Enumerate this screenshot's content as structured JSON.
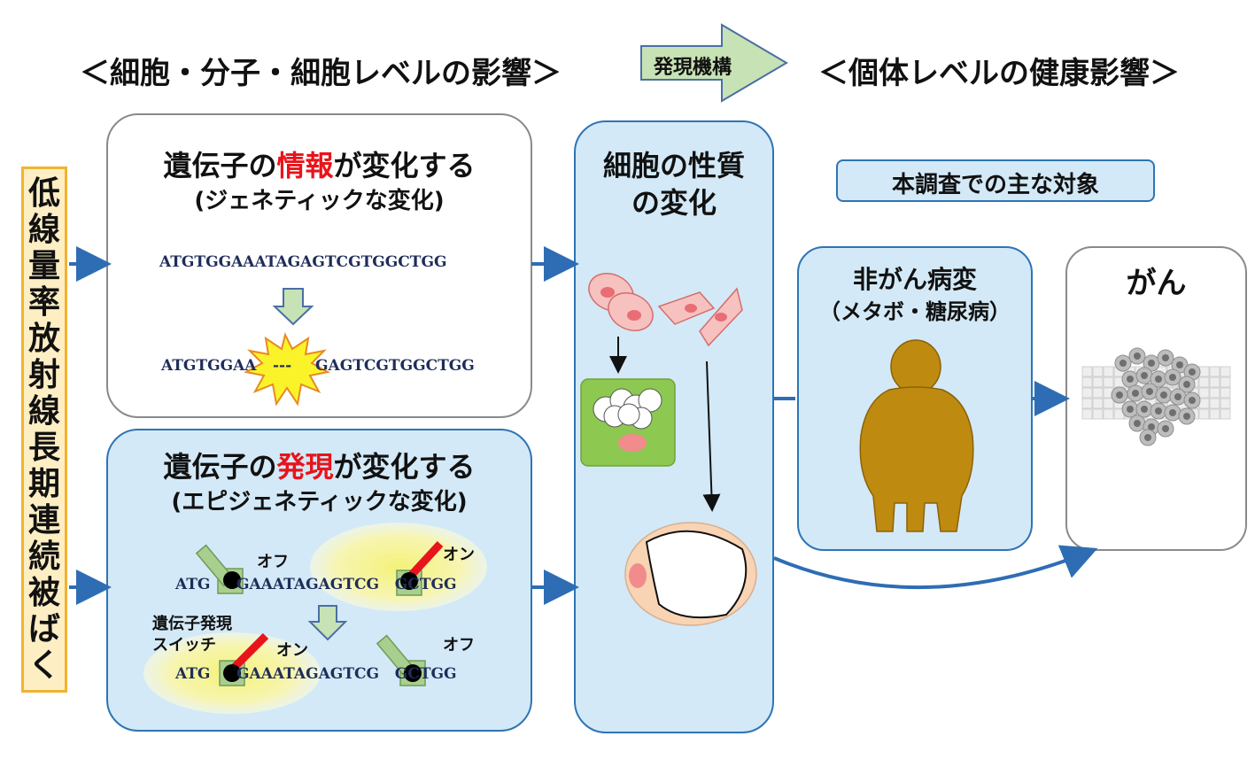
{
  "header": {
    "left_title": "＜細胞・分子・細胞レベルの影響＞",
    "arrow_label": "発現機構",
    "right_title": "＜個体レベルの健康影響＞"
  },
  "exposure_label": [
    "低",
    "線",
    "量",
    "率",
    "放",
    "射",
    "線",
    "長",
    "期",
    "連",
    "続",
    "被",
    "ば",
    "く"
  ],
  "genetic_box": {
    "title_pre": "遺伝子の",
    "title_em": "情報",
    "title_post": "が変化する",
    "subtitle": "(ジェネティックな変化)",
    "seq_before": "ATGTGGAAATAGAGTCGTGGCTGG",
    "seq_after_left": "ATGTGGAA",
    "seq_after_dash": "---",
    "seq_after_right": "GAGTCGTGGCTGG"
  },
  "epigenetic_box": {
    "title_pre": "遺伝子の",
    "title_em": "発現",
    "title_post": "が変化する",
    "subtitle": "(エピジェネティックな変化)",
    "seq_top": "ATG     GAAATAGAGTCG   GCTGG",
    "seq_bottom": "ATG     GAAATAGAGTCG   GCTGG",
    "off_label": "オフ",
    "on_label": "オン",
    "switch_label_1": "遺伝子発現",
    "switch_label_2": "スイッチ"
  },
  "cell_box": {
    "title_1": "細胞の性質",
    "title_2": "の変化"
  },
  "target_badge": "本調査での主な対象",
  "non_cancer_box": {
    "title": "非がん病変",
    "subtitle": "（メタボ・糖尿病）"
  },
  "cancer_box": {
    "title": "がん"
  },
  "colors": {
    "accent_red": "#e8141b",
    "arrow_blue": "#2e6db4",
    "header_arrow_fill": "#c7e2b4",
    "exposure_fill": "#fdeec4",
    "exposure_border": "#f0b431",
    "figure_fill": "#bf8a10"
  }
}
